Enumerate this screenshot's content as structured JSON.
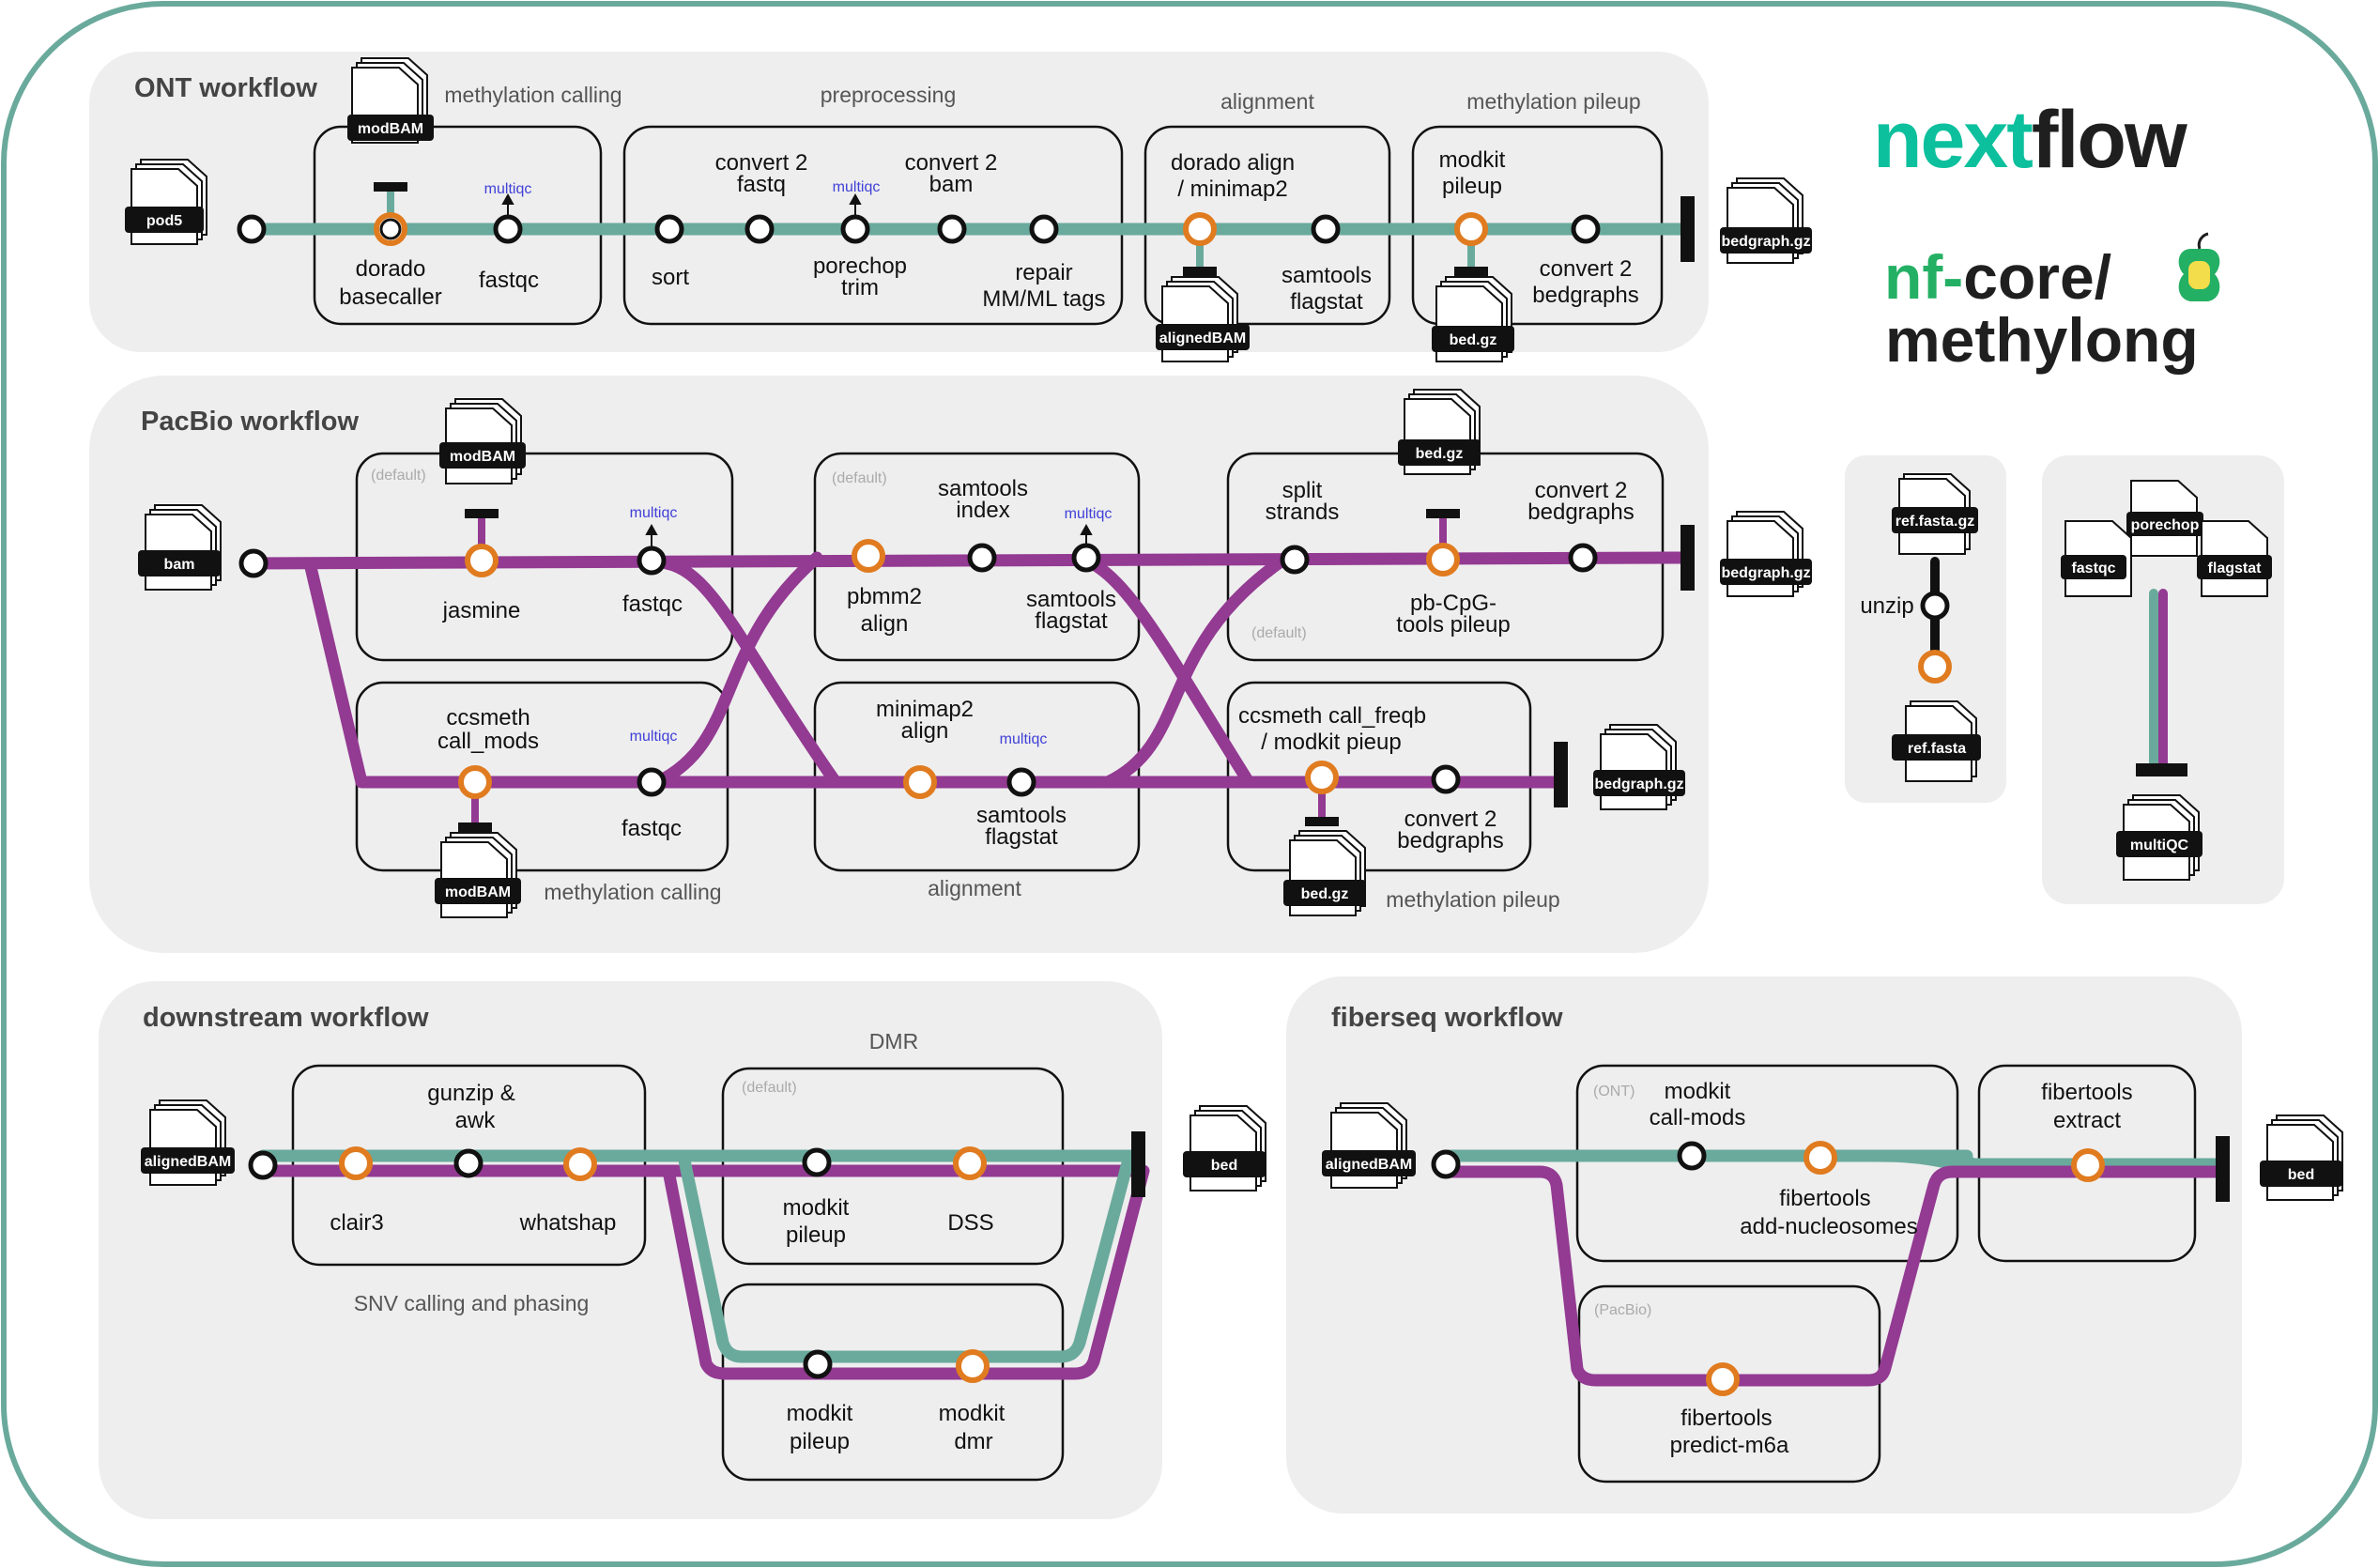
{
  "logos": {
    "nextflow_a": "next",
    "nextflow_b": "flow",
    "nfcore_a": "nf-",
    "nfcore_b": "core/",
    "pipeline": "methylong"
  },
  "colors": {
    "teal": "#6aaa9c",
    "purple": "#933a92",
    "orange": "#e07b1f",
    "panel": "#eeeeee",
    "border": "#6aaa9c",
    "nextflow_green": "#0dc09d",
    "nfcore_green": "#24b064"
  },
  "ont": {
    "title": "ONT workflow",
    "sections": {
      "methylation_calling": "methylation calling",
      "preprocessing": "preprocessing",
      "alignment": "alignment",
      "pileup": "methylation pileup"
    },
    "files": {
      "input": "pod5",
      "modbam": "modBAM",
      "alignedbam": "alignedBAM",
      "bedgz": "bed.gz",
      "bedgraph": "bedgraph.gz"
    },
    "nodes": {
      "dorado_1": "dorado",
      "dorado_2": "basecaller",
      "fastqc": "fastqc",
      "multiqc_1": "multiqc",
      "sort": "sort",
      "convert_fastq_1": "convert 2",
      "convert_fastq_2": "fastq",
      "multiqc_2": "multiqc",
      "porechop_1": "porechop",
      "porechop_2": "trim",
      "convert_bam_1": "convert 2",
      "convert_bam_2": "bam",
      "repair_1": "repair",
      "repair_2": "MM/ML tags",
      "align_1": "dorado align",
      "align_2": "/ minimap2",
      "flagstat_1": "samtools",
      "flagstat_2": "flagstat",
      "modkit_1": "modkit",
      "modkit_2": "pileup",
      "bedgraph_1": "convert 2",
      "bedgraph_2": "bedgraphs"
    }
  },
  "pacbio": {
    "title": "PacBio workflow",
    "default_tag": "(default)",
    "files": {
      "input": "bam",
      "modbam_top": "modBAM",
      "modbam_bottom": "modBAM",
      "bedgz_top": "bed.gz",
      "bedgz_bottom": "bed.gz",
      "bedgraph_top": "bedgraph.gz",
      "bedgraph_bottom": "bedgraph.gz"
    },
    "nodes": {
      "jasmine": "jasmine",
      "fastqc_top": "fastqc",
      "multiqc_top": "multiqc",
      "ccsmeth_1": "ccsmeth",
      "ccsmeth_2": "call_mods",
      "fastqc_bottom": "fastqc",
      "multiqc_bottom": "multiqc",
      "index_1": "samtools",
      "index_2": "index",
      "pbmm2_1": "pbmm2",
      "pbmm2_2": "align",
      "multiqc_mid_top": "multiqc",
      "flagstat_top_1": "samtools",
      "flagstat_top_2": "flagstat",
      "minimap_1": "minimap2",
      "minimap_2": "align",
      "multiqc_mid_bottom": "multiqc",
      "flagstat_bottom_1": "samtools",
      "flagstat_bottom_2": "flagstat",
      "split_1": "split",
      "split_2": "strands",
      "pbcpg_1": "pb-CpG-",
      "pbcpg_2": "tools pileup",
      "convert_top_1": "convert 2",
      "convert_top_2": "bedgraphs",
      "ccsmeth_freqb_1": "ccsmeth call_freqb",
      "ccsmeth_freqb_2": "/ modkit pieup",
      "convert_bottom_1": "convert 2",
      "convert_bottom_2": "bedgraphs"
    },
    "sections": {
      "methylation_calling": "methylation calling",
      "alignment": "alignment",
      "pileup": "methylation pileup"
    }
  },
  "reference": {
    "files": {
      "input": "ref.fasta.gz",
      "output": "ref.fasta"
    },
    "nodes": {
      "unzip": "unzip"
    }
  },
  "qc": {
    "files": {
      "fastqc": "fastqc",
      "porechop": "porechop",
      "flagstat": "flagstat",
      "multiqc": "multiQC"
    }
  },
  "downstream": {
    "title": "downstream workflow",
    "default_tag": "(default)",
    "files": {
      "input": "alignedBAM",
      "output": "bed"
    },
    "sections": {
      "snv": "SNV calling and phasing",
      "dmr": "DMR"
    },
    "nodes": {
      "gunzip_1": "gunzip &",
      "gunzip_2": "awk",
      "clair3": "clair3",
      "whatshap": "whatshap",
      "modkit_top_1": "modkit",
      "modkit_top_2": "pileup",
      "dss": "DSS",
      "modkit_bottom_1": "modkit",
      "modkit_bottom_2": "pileup",
      "dmr_1": "modkit",
      "dmr_2": "dmr"
    }
  },
  "fiberseq": {
    "title": "fiberseq workflow",
    "ont_tag": "(ONT)",
    "pacbio_tag": "(PacBio)",
    "files": {
      "input": "alignedBAM",
      "output": "bed"
    },
    "nodes": {
      "callmods_1": "modkit",
      "callmods_2": "call-mods",
      "nucleosomes_1": "fibertools",
      "nucleosomes_2": "add-nucleosomes",
      "extract_1": "fibertools",
      "extract_2": "extract",
      "m6a_1": "fibertools",
      "m6a_2": "predict-m6a"
    }
  }
}
